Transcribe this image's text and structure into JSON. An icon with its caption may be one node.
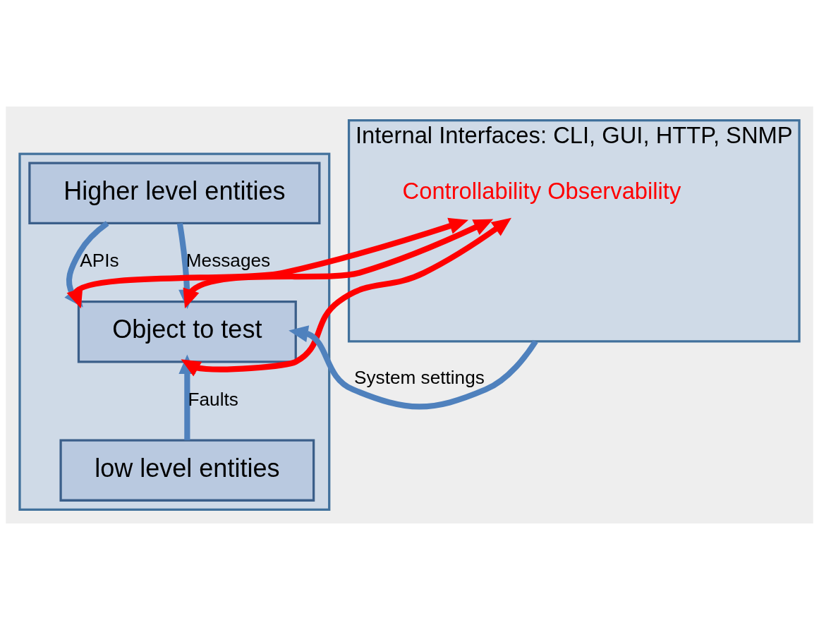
{
  "diagram": {
    "nodes": [
      {
        "text": [],
        "shape": "box"
      },
      {
        "text": [
          "Higher level entities"
        ],
        "in": 0
      },
      {
        "text": [
          "Object to test"
        ],
        "in": 0
      },
      {
        "text": [
          "low level entities"
        ],
        "in": 0
      },
      {
        "text": [
          "Internal Interfaces: CLI, GUI, HTTP, SNMP"
        ]
      },
      {
        "text": [
          "Controllability Observability"
        ],
        "in": 4
      }
    ],
    "edges": [
      {
        "from": 1,
        "to": 2,
        "arrow": "to",
        "label": "APIs"
      },
      {
        "from": 1,
        "to": 2,
        "arrow": "to",
        "label": "Messages"
      },
      {
        "from": 3,
        "to": 2,
        "arrow": "to",
        "label": "Faults"
      },
      {
        "from": 4,
        "to": 2,
        "arrow": "to",
        "label": "System settings"
      },
      {
        "from": 5,
        "to": 2,
        "arrow": "both",
        "color": "#ff0000"
      },
      {
        "from": 5,
        "to": 2,
        "arrow": "both",
        "color": "#ff0000"
      },
      {
        "from": 5,
        "to": 2,
        "arrow": "both",
        "color": "#ff0000"
      }
    ]
  }
}
